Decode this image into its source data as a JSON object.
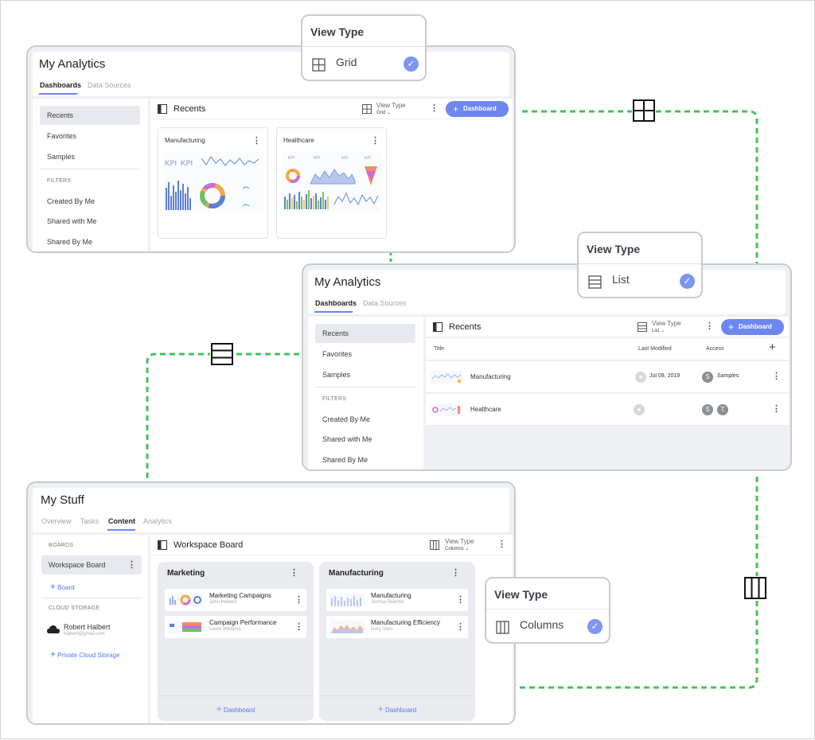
{
  "connector_color": "#43c25c",
  "accent": "#6d87ef",
  "grid_view": {
    "title": "My Analytics",
    "tabs": [
      "Dashboards",
      "Data Sources"
    ],
    "sidebar": {
      "items": [
        "Recents",
        "Favorites",
        "Samples"
      ],
      "filters_caption": "FILTERS",
      "filters": [
        "Created By Me",
        "Shared with Me",
        "Shared By Me"
      ]
    },
    "recents_title": "Recents",
    "view_type_label": "View Type",
    "view_type_value": "Grid",
    "add_button": "Dashboard",
    "cards": [
      {
        "title": "Manufacturing"
      },
      {
        "title": "Healthcare"
      }
    ]
  },
  "list_view": {
    "title": "My Analytics",
    "tabs": [
      "Dashboards",
      "Data Sources"
    ],
    "sidebar": {
      "items": [
        "Recents",
        "Favorites",
        "Samples"
      ],
      "filters_caption": "FILTERS",
      "filters": [
        "Created By Me",
        "Shared with Me",
        "Shared By Me"
      ]
    },
    "recents_title": "Recents",
    "view_type_label": "View Type",
    "view_type_value": "List",
    "add_button": "Dashboard",
    "columns": {
      "title": "Title",
      "modified": "Last Modified",
      "access": "Access"
    },
    "rows": [
      {
        "title": "Manufacturing",
        "modified": "Jul 09, 2019",
        "access_initial": "S",
        "access_label": "Samples"
      },
      {
        "title": "Healthcare",
        "access_initials": [
          "S",
          "T"
        ]
      }
    ]
  },
  "columns_view": {
    "title": "My Stuff",
    "tabs": [
      "Overview",
      "Tasks",
      "Content",
      "Analytics"
    ],
    "sidebar": {
      "boards_caption": "BOARDS",
      "board": "Workspace Board",
      "add_board": "Board",
      "cloud_caption": "CLOUD STORAGE",
      "user_name": "Robert Halbert",
      "user_email": "halbert@gmail.com",
      "private_storage": "Private Cloud Storage"
    },
    "board_title": "Workspace Board",
    "view_type_label": "View Type",
    "view_type_value": "Columns",
    "lists": [
      {
        "title": "Marketing",
        "items": [
          {
            "title": "Marketing Campaigns",
            "author": "John Halbert"
          },
          {
            "title": "Campaign Performance",
            "author": "David Williams"
          }
        ],
        "add": "Dashboard"
      },
      {
        "title": "Manufacturing",
        "items": [
          {
            "title": "Manufacturing",
            "author": "Joshua Bueche"
          },
          {
            "title": "Manufacturing Efficiency",
            "author": "Gary Vass"
          }
        ],
        "add": "Dashboard"
      }
    ]
  },
  "popups": {
    "grid": {
      "heading": "View Type",
      "option": "Grid",
      "icon": "grid-icon"
    },
    "list": {
      "heading": "View Type",
      "option": "List",
      "icon": "list-icon"
    },
    "columns": {
      "heading": "View Type",
      "option": "Columns",
      "icon": "columns-icon"
    }
  }
}
